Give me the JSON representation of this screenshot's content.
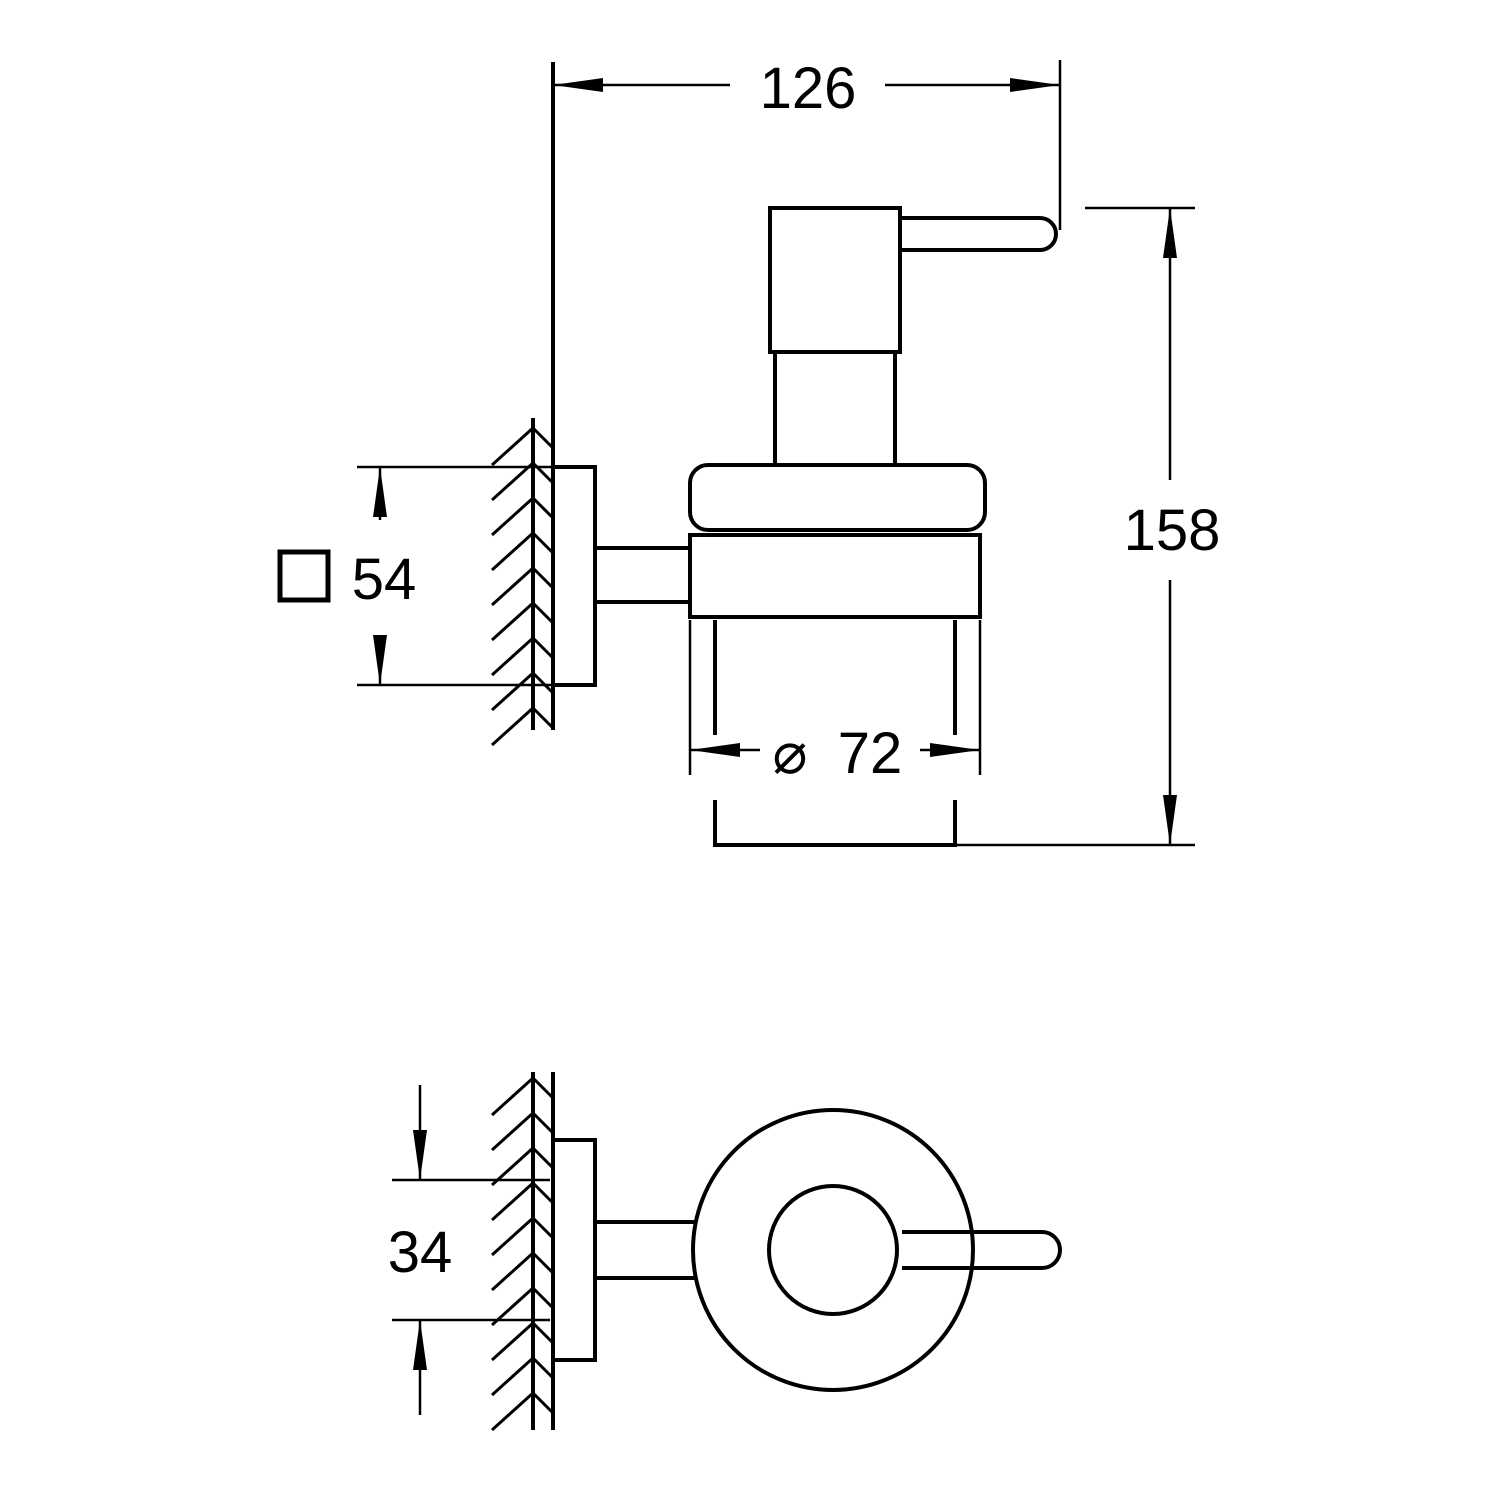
{
  "drawing": {
    "title": "Soap dispenser with holder - dimension drawing",
    "colors": {
      "line": "#000000",
      "background": "#ffffff"
    },
    "dimensions": {
      "overall_width": "126",
      "overall_height": "158",
      "wall_plate_size": "54",
      "wall_plate_symbol": "square-icon",
      "glass_diameter": "72",
      "diameter_symbol": "⌀",
      "fixing_hole_spacing": "34"
    }
  }
}
